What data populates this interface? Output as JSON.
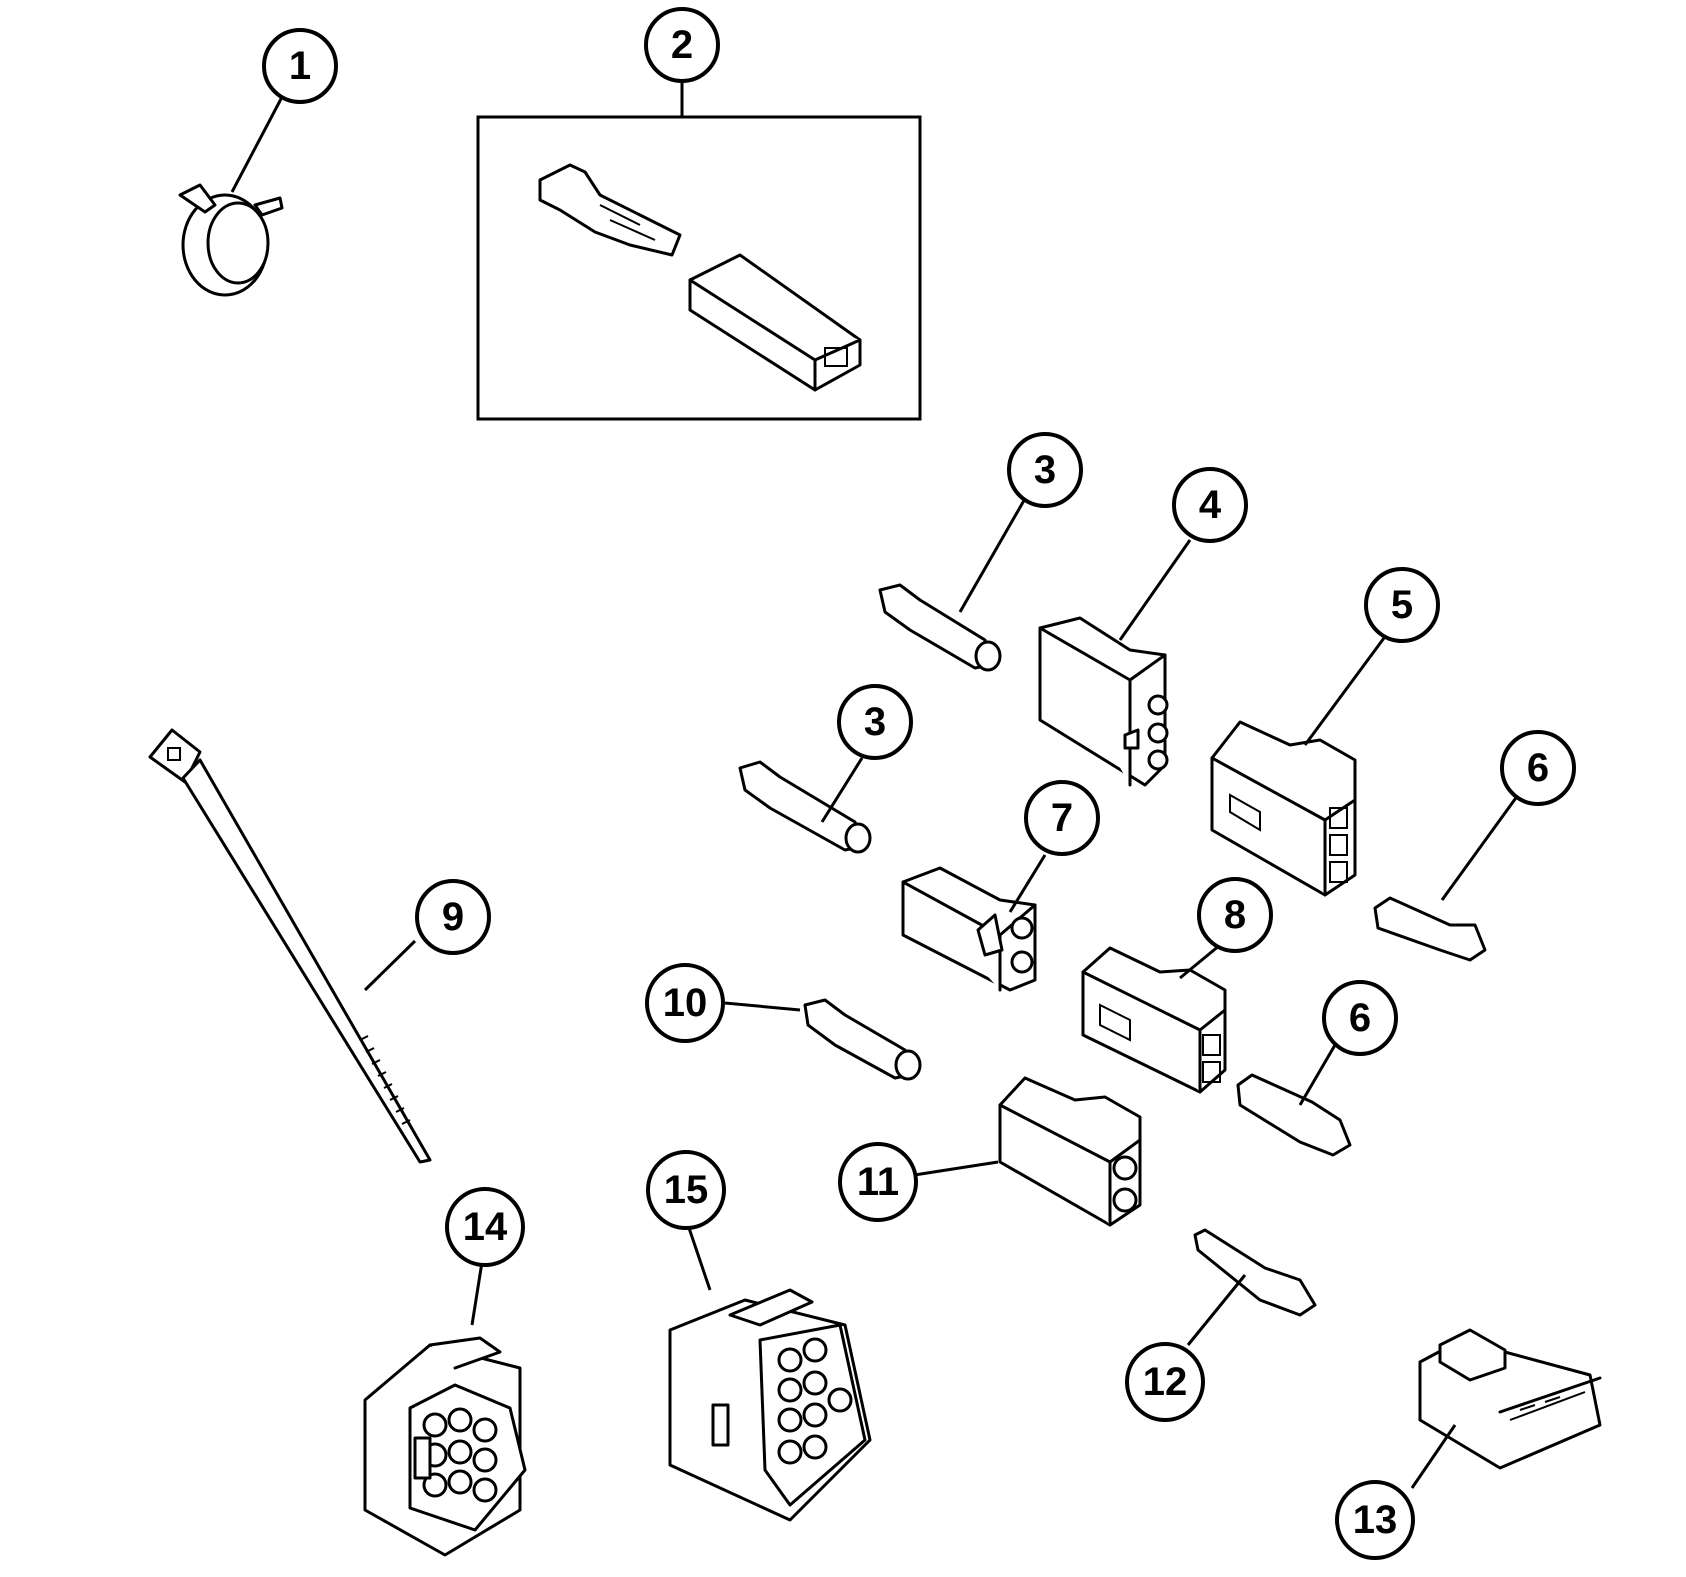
{
  "callouts": [
    {
      "id": "1",
      "label": "1"
    },
    {
      "id": "2",
      "label": "2"
    },
    {
      "id": "3a",
      "label": "3"
    },
    {
      "id": "3b",
      "label": "3"
    },
    {
      "id": "4",
      "label": "4"
    },
    {
      "id": "5",
      "label": "5"
    },
    {
      "id": "6a",
      "label": "6"
    },
    {
      "id": "6b",
      "label": "6"
    },
    {
      "id": "7",
      "label": "7"
    },
    {
      "id": "8",
      "label": "8"
    },
    {
      "id": "9",
      "label": "9"
    },
    {
      "id": "10",
      "label": "10"
    },
    {
      "id": "11",
      "label": "11"
    },
    {
      "id": "12",
      "label": "12"
    },
    {
      "id": "13",
      "label": "13"
    },
    {
      "id": "14",
      "label": "14"
    },
    {
      "id": "15",
      "label": "15"
    }
  ],
  "colors": {
    "line": "#000000",
    "background": "#ffffff"
  }
}
